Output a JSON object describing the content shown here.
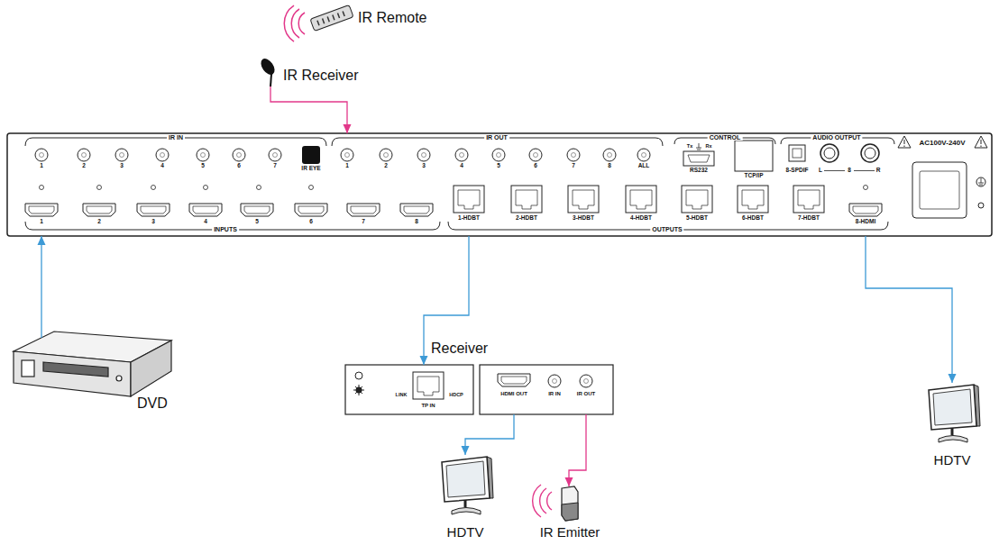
{
  "diagram": {
    "nodes": [
      {
        "text": [
          "IR Remote"
        ]
      },
      {
        "text": [
          "IR Receiver"
        ]
      },
      {
        "text": [
          "IR IN",
          "1",
          "2",
          "3",
          "4",
          "5",
          "6",
          "7",
          "IR EYE",
          "IR OUT",
          "1",
          "2",
          "3",
          "4",
          "5",
          "6",
          "7",
          "8",
          "ALL",
          "CONTROL",
          "Tx",
          "Rx",
          "RS232",
          "TCP/IP",
          "AUDIO OUTPUT",
          "8-SPDIF",
          "L",
          "8",
          "R",
          "AC100V-240V",
          "1",
          "2",
          "3",
          "4",
          "5",
          "6",
          "7",
          "8",
          "INPUTS",
          "1-HDBT",
          "2-HDBT",
          "3-HDBT",
          "4-HDBT",
          "5-HDBT",
          "6-HDBT",
          "7-HDBT",
          "8-HDMI",
          "OUTPUTS"
        ]
      },
      {
        "text": [
          "DVD"
        ]
      },
      {
        "text": [
          "Receiver",
          "LINK",
          "HDCP",
          "TP IN",
          "HDMI OUT",
          "IR IN",
          "IR OUT"
        ]
      },
      {
        "text": [
          "HDTV"
        ]
      },
      {
        "text": [
          "IR Emitter"
        ]
      },
      {
        "text": [
          "HDTV"
        ]
      }
    ],
    "edges": [
      {
        "from": 1,
        "to": 2,
        "arrow": "to"
      },
      {
        "from": 3,
        "to": 2,
        "arrow": "to"
      },
      {
        "from": 2,
        "to": 4,
        "arrow": "to"
      },
      {
        "from": 4,
        "to": 5,
        "arrow": "to"
      },
      {
        "from": 4,
        "to": 6,
        "arrow": "to"
      },
      {
        "from": 2,
        "to": 7,
        "arrow": "to"
      }
    ]
  }
}
